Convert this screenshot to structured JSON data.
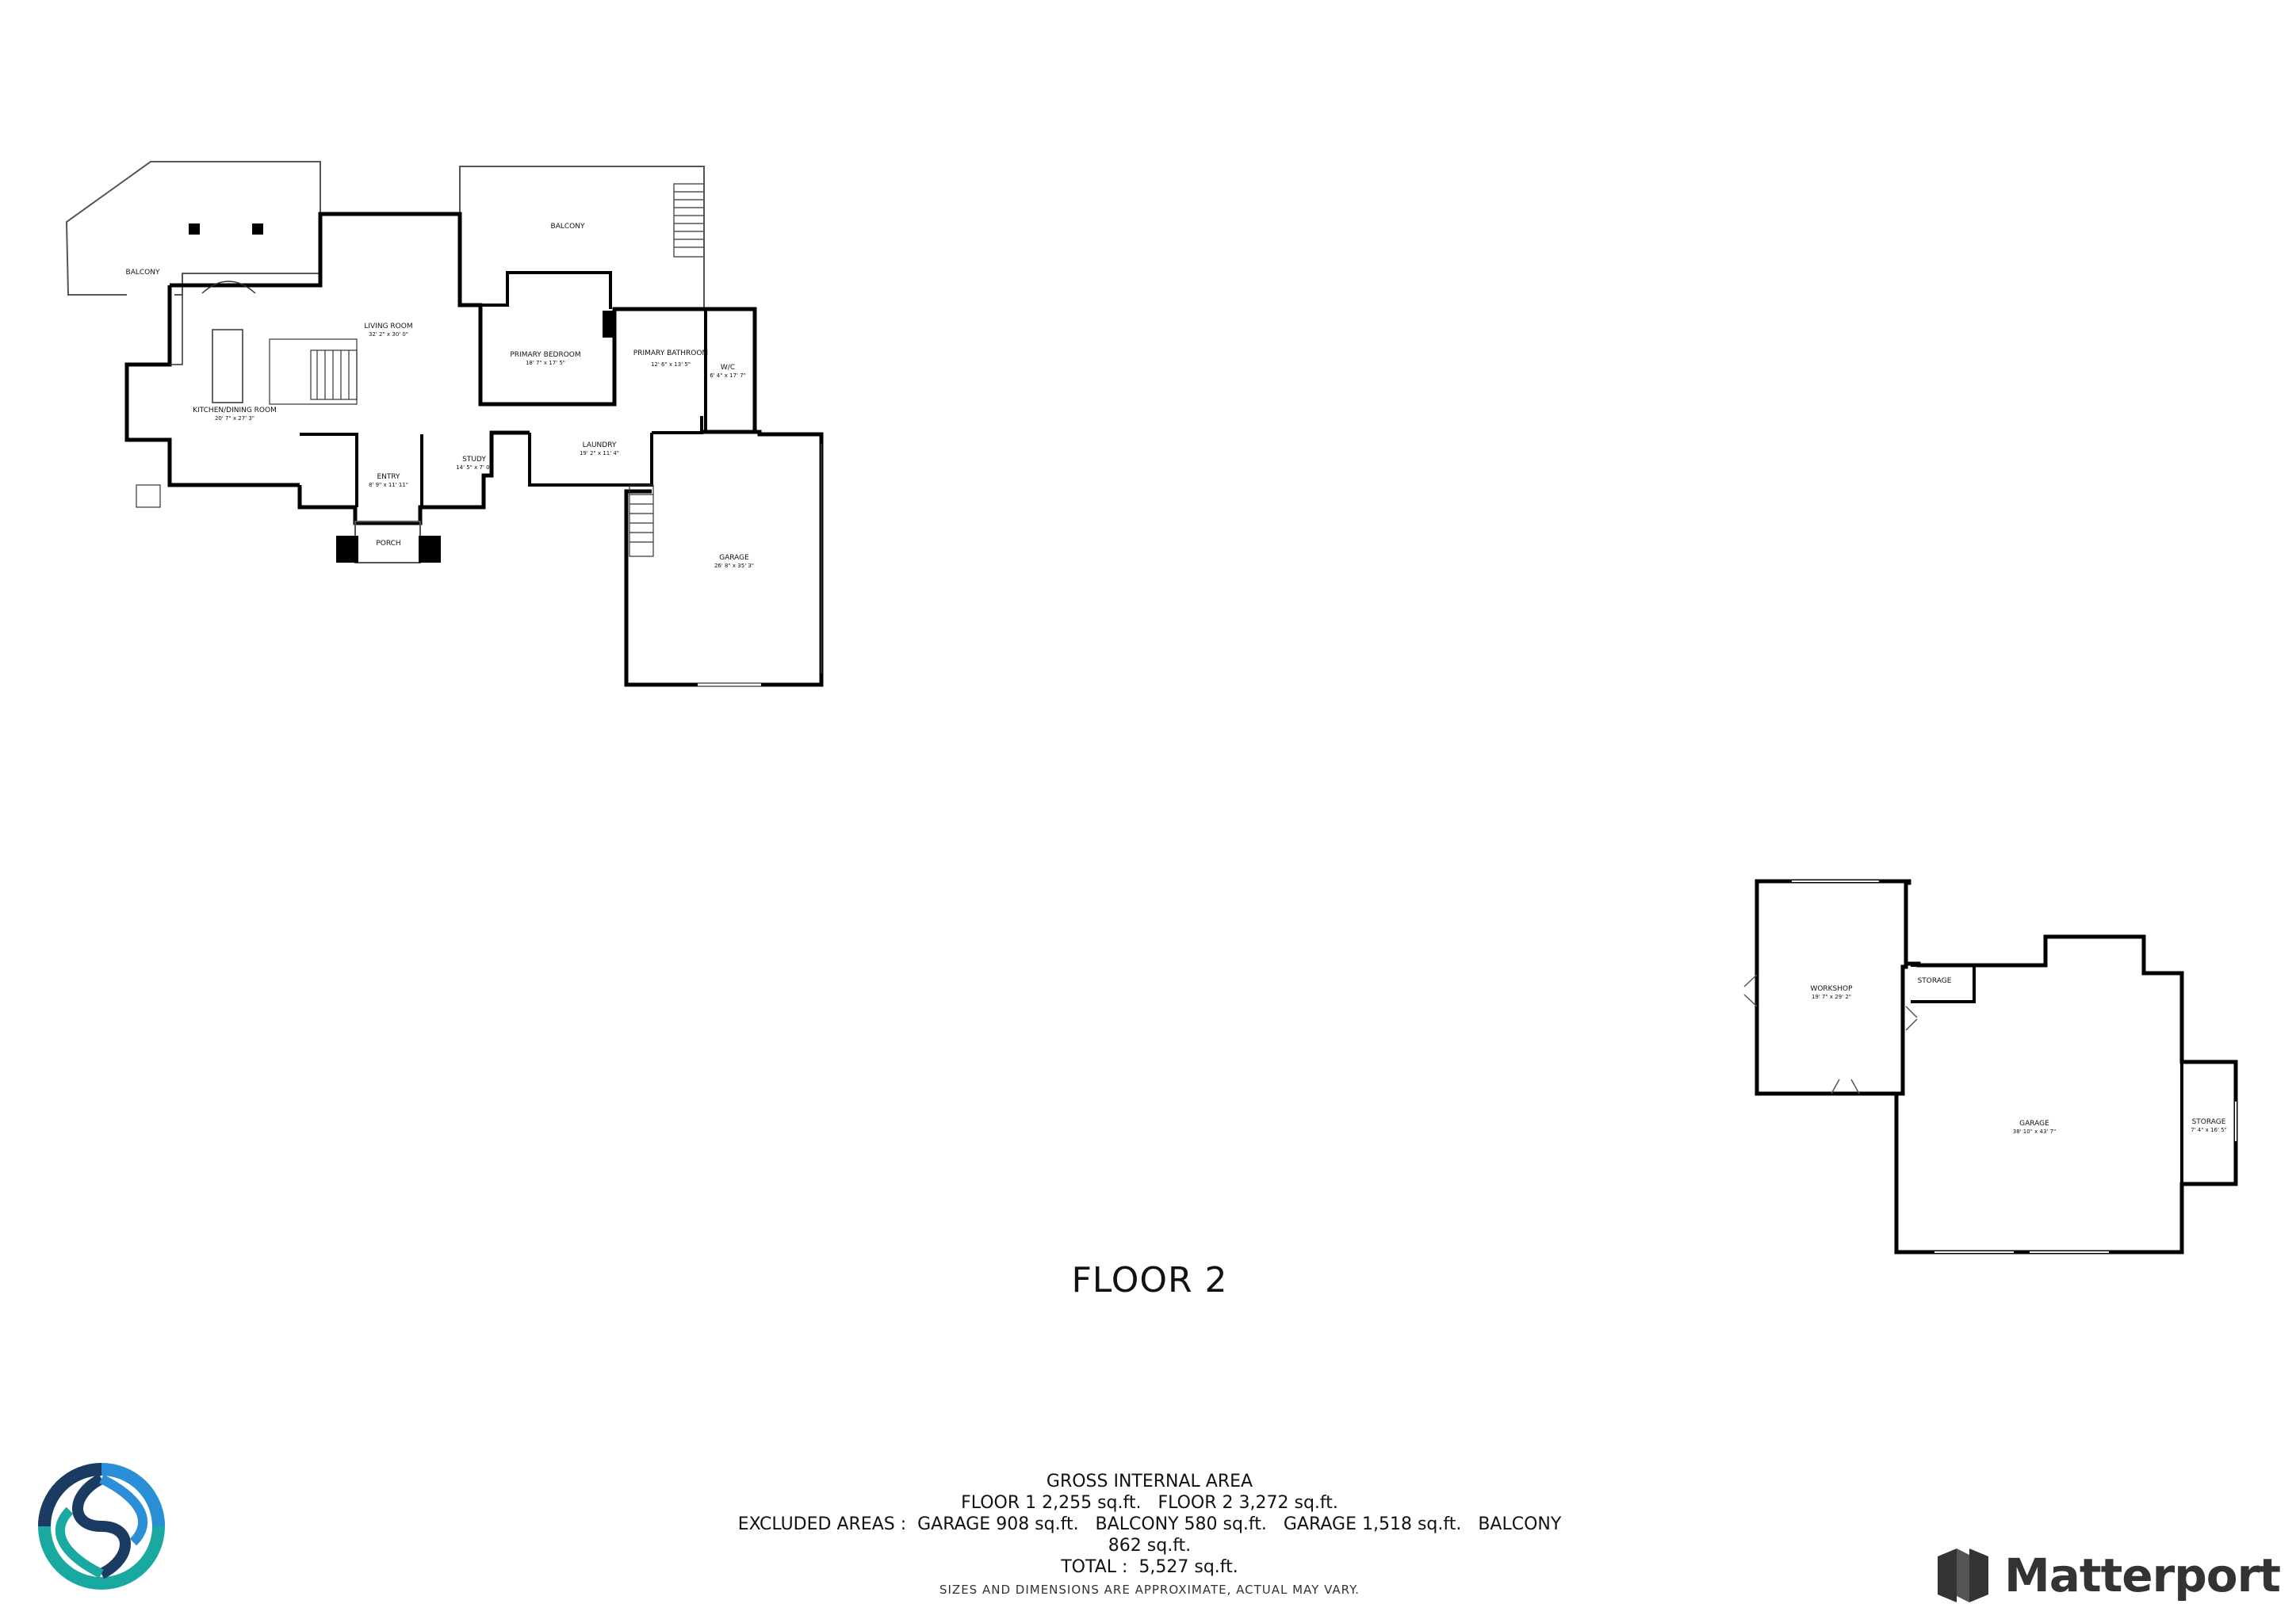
{
  "floor_title": "FLOOR 2",
  "floor1": {
    "rooms": [
      {
        "id": "balcony-west",
        "name": "BALCONY",
        "dims": ""
      },
      {
        "id": "balcony-north",
        "name": "BALCONY",
        "dims": ""
      },
      {
        "id": "living-room",
        "name": "LIVING ROOM",
        "dims": "32' 2\" x 30' 0\""
      },
      {
        "id": "primary-bedroom",
        "name": "PRIMARY BEDROOM",
        "dims": "18' 7\" x 17' 5\""
      },
      {
        "id": "primary-bathroom",
        "name": "PRIMARY BATHROOM",
        "dims": "12' 6\" x 13' 5\""
      },
      {
        "id": "wic",
        "name": "W/C",
        "dims": "6' 4\" x 17' 7\""
      },
      {
        "id": "kitchen-dining",
        "name": "KITCHEN/DINING ROOM",
        "dims": "20' 7\" x 27' 3\""
      },
      {
        "id": "entry",
        "name": "ENTRY",
        "dims": "8' 9\" x 11' 11\""
      },
      {
        "id": "study",
        "name": "STUDY",
        "dims": "14' 5\" x 7' 0\""
      },
      {
        "id": "laundry",
        "name": "LAUNDRY",
        "dims": "19' 2\" x 11' 4\""
      },
      {
        "id": "porch",
        "name": "PORCH",
        "dims": ""
      },
      {
        "id": "garage-1",
        "name": "GARAGE",
        "dims": "26' 8\" x 35' 3\""
      }
    ]
  },
  "floor2": {
    "rooms": [
      {
        "id": "workshop",
        "name": "WORKSHOP",
        "dims": "19' 7\" x 29' 2\""
      },
      {
        "id": "storage-north",
        "name": "STORAGE",
        "dims": ""
      },
      {
        "id": "garage-2",
        "name": "GARAGE",
        "dims": "38' 10\" x 43' 7\""
      },
      {
        "id": "storage-east",
        "name": "STORAGE",
        "dims": "7' 4\" x 16' 5\""
      }
    ]
  },
  "area": {
    "heading": "GROSS INTERNAL AREA",
    "line1": "FLOOR 1 2,255 sq.ft.   FLOOR 2 3,272 sq.ft.",
    "line2": "EXCLUDED AREAS :  GARAGE 908 sq.ft.   BALCONY 580 sq.ft.   GARAGE 1,518 sq.ft.   BALCONY",
    "line3": "862 sq.ft.",
    "line4": "TOTAL :  5,527 sq.ft.",
    "disclaimer": "SIZES AND DIMENSIONS ARE APPROXIMATE, ACTUAL MAY VARY."
  },
  "brand": {
    "name": "Matterport"
  },
  "colors": {
    "wall": "#000000",
    "thin_line": "#555555",
    "logo_teal": "#1aa9a0",
    "logo_blue": "#2a8fd6",
    "logo_dark": "#1b3b63"
  }
}
